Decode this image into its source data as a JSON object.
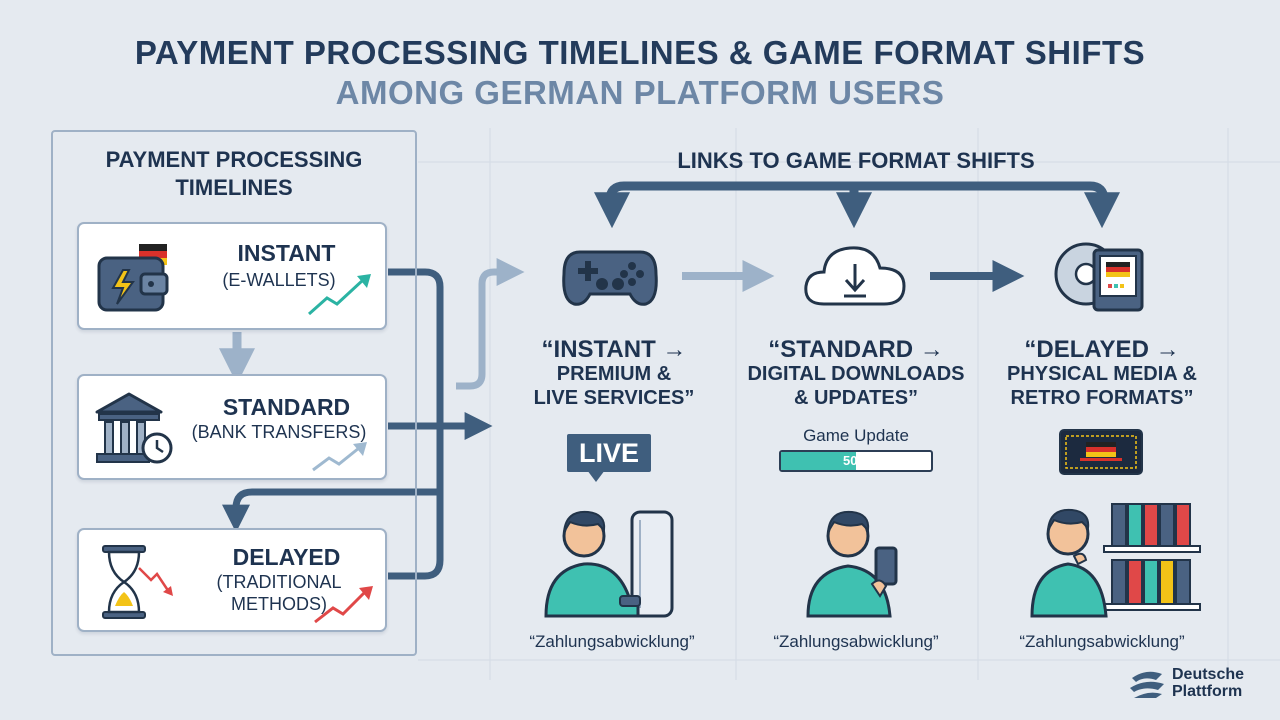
{
  "title": {
    "line1": "PAYMENT PROCESSING TIMELINES & GAME FORMAT SHIFTS",
    "line2": "AMONG GERMAN PLATFORM USERS"
  },
  "left_panel": {
    "title": "PAYMENT PROCESSING TIMELINES",
    "methods": [
      {
        "name": "INSTANT",
        "desc": "(E-WALLETS)",
        "icon": "wallet-icon",
        "trend_color": "#2bb3a3"
      },
      {
        "name": "STANDARD",
        "desc": "(BANK TRANSFERS)",
        "icon": "bank-clock-icon",
        "trend_color": "#9fb9d0"
      },
      {
        "name": "DELAYED",
        "desc_line1": "(TRADITIONAL",
        "desc_line2": "METHODS)",
        "icon": "hourglass-icon",
        "trend_color": "#e04848"
      }
    ]
  },
  "right_panel": {
    "title": "LINKS TO GAME FORMAT SHIFTS",
    "columns": [
      {
        "label_line1": "“INSTANT →",
        "label_line2": "PREMIUM &",
        "label_line3": "LIVE SERVICES”",
        "icon": "gamepad-icon",
        "badge": "LIVE",
        "caption": "“Zahlungsabwicklung”"
      },
      {
        "label_line1": "“STANDARD →",
        "label_line2": "DIGITAL DOWNLOADS",
        "label_line3": "& UPDATES”",
        "icon": "cloud-download-icon",
        "update_label": "Game Update",
        "progress_text": "50%",
        "progress": 0.5,
        "caption": "“Zahlungsabwicklung”"
      },
      {
        "label_line1": "“DELAYED →",
        "label_line2": "PHYSICAL MEDIA &",
        "label_line3": "RETRO FORMATS”",
        "icon": "disc-cartridge-icon",
        "caption": "“Zahlungsabwicklung”"
      }
    ]
  },
  "brand": {
    "line1": "Deutsche",
    "line2": "Plattform",
    "icon": "brand-logo-icon"
  },
  "colors": {
    "background": "#e5eaf0",
    "navy": "#1e3350",
    "slate": "#3f5e7e",
    "teal": "#3fc1b1",
    "red": "#e04848"
  }
}
